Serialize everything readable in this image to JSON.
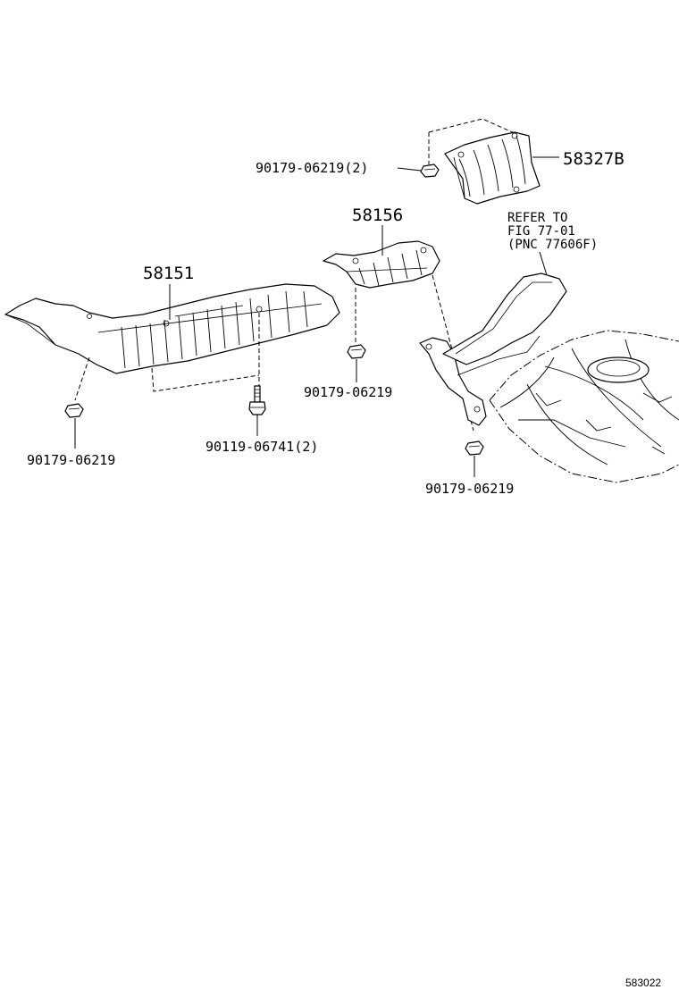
{
  "labels": {
    "part_58327b": "58327B",
    "part_58156": "58156",
    "part_58151": "58151",
    "nut_top": "90179-06219(2)",
    "nut_middle": "90179-06219",
    "nut_left": "90179-06219",
    "nut_right": "90179-06219",
    "bolt": "90119-06741(2)",
    "refer_line1": "REFER TO",
    "refer_line2": "FIG 77-01",
    "refer_line3": "(PNC 77606F)",
    "diagram_id": "583022"
  }
}
